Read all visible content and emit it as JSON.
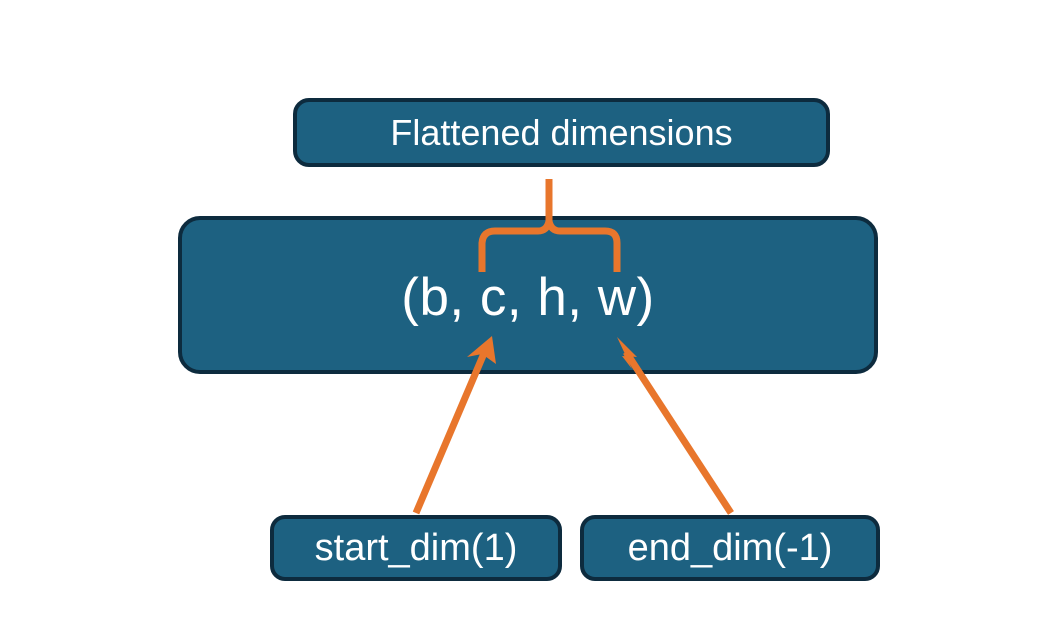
{
  "diagram": {
    "title_text": "Flattened dimensions",
    "background_color": "#ffffff",
    "node_fill_color": "#1d6181",
    "node_border_color": "#0d2b3e",
    "node_text_color": "#ffffff",
    "connector_color": "#e8762c",
    "nodes": {
      "flattened": {
        "label": "Flattened dimensions"
      },
      "shape": {
        "label": "(b, c, h, w)"
      },
      "start_dim": {
        "label": "start_dim(1)"
      },
      "end_dim": {
        "label": "end_dim(-1)"
      }
    },
    "connectors": {
      "brace": {
        "name": "curly-brace-spanning-c-to-w",
        "from": "shape",
        "to": "flattened"
      },
      "start_dim_arrow": {
        "name": "arrow-start-dim-to-c",
        "from": "start_dim",
        "to": "shape"
      },
      "end_dim_arrow": {
        "name": "arrow-end-dim-to-w",
        "from": "end_dim",
        "to": "shape"
      }
    }
  }
}
